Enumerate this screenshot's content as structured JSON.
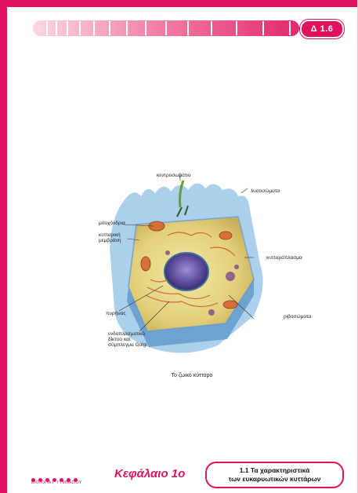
{
  "header": {
    "page_badge": "Δ 1.6"
  },
  "figure": {
    "labels": {
      "top": "κεντροσωμάτιο",
      "top_right": "λυσοσώματα",
      "left_1": "μιτοχόνδρια",
      "left_2": "κυτταρική μεμβράνη",
      "right_mid": "κυτταρόπλασμα",
      "left_low": "πυρήνας",
      "right_low": "ριβοσώματα",
      "bottom_left": "ενδοπλασματικό δίκτυο και σύμπλεγμα Golgi"
    },
    "caption": "Το ζωικό κύτταρο"
  },
  "footer": {
    "subtext": "ΒΙΟΛΟΓΙΑ Γ' ΓΥΜΝΑΣΙΟΥ",
    "chapter": "Κεφάλαιο 1ο",
    "section_line1": "1.1 Τα χαρακτηριστικά",
    "section_line2": "των ευκαρυωτικών κυττάρων"
  },
  "colors": {
    "accent": "#e0115f",
    "cell_body": "#e8d98a",
    "membrane": "#6fa8d6",
    "nucleus": "#5b4a9a"
  }
}
